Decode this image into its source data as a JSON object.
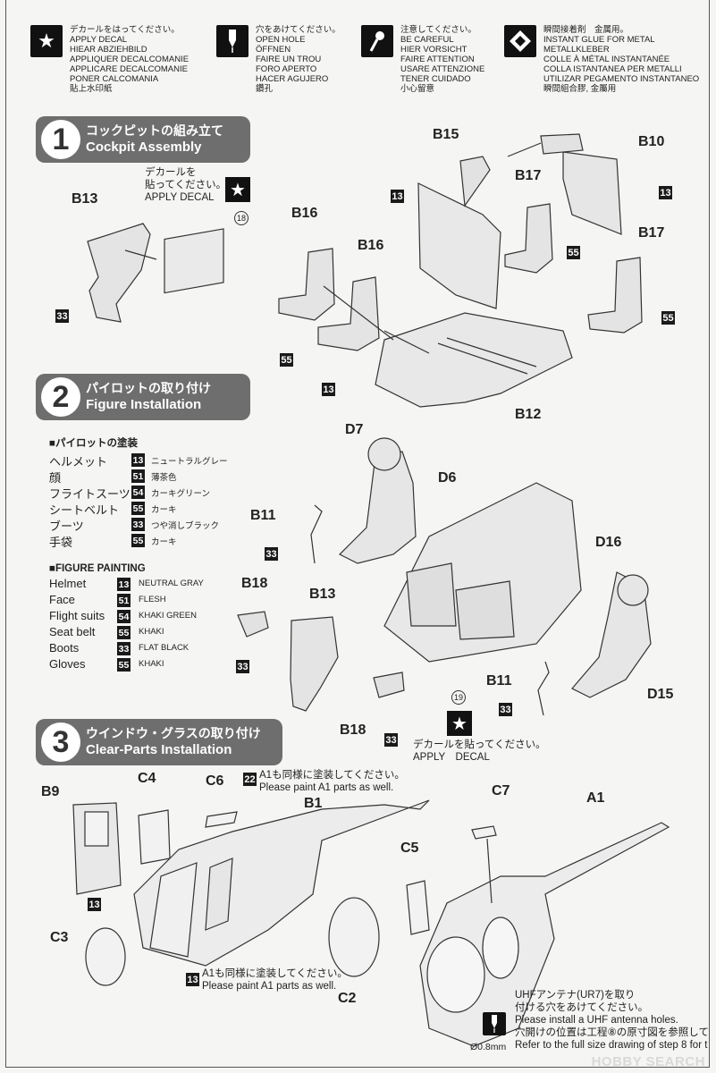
{
  "legend": [
    {
      "icon": "star",
      "lines": [
        "デカールをはってください。",
        "APPLY DECAL",
        "HIEAR ABZIEHBILD",
        "APPLIQUER DECALCOMANIE",
        "APPLICARE DECALCOMANIE",
        "PONER CALCOMANIA",
        "貼上水印紙"
      ]
    },
    {
      "icon": "drill",
      "lines": [
        "穴をあけてください。",
        "OPEN HOLE",
        "ÖFFNEN",
        "FAIRE UN TROU",
        "FORO APERTO",
        "HACER AGUJERO",
        "鑽孔"
      ]
    },
    {
      "icon": "caution",
      "lines": [
        "注意してください。",
        "BE CAREFUL",
        "HIER VORSICHT",
        "FAIRE ATTENTION",
        "USARE ATTENZIONE",
        "TENER CUIDADO",
        "小心留意"
      ]
    },
    {
      "icon": "glue",
      "lines": [
        "瞬間接着剤　金属用。",
        "INSTANT GLUE FOR METAL",
        "METALLKLEBER",
        "COLLE À MÉTAL INSTANTANÉE",
        "COLLA ISTANTANEA PER METALLI",
        "UTILIZAR PEGAMENTO INSTANTANEO",
        "瞬間組合膠, 金屬用"
      ]
    }
  ],
  "steps": [
    {
      "num": "1",
      "jp": "コックピットの組み立て",
      "en": "Cockpit Assembly"
    },
    {
      "num": "2",
      "jp": "パイロットの取り付け",
      "en": "Figure Installation"
    },
    {
      "num": "3",
      "jp": "ウインドウ・グラスの取り付け",
      "en": "Clear-Parts Installation"
    }
  ],
  "step1": {
    "decal_note": [
      "デカールを",
      "貼ってください。",
      "APPLY DECAL"
    ],
    "decal_num": "18",
    "parts": {
      "b13": "B13",
      "b15": "B15",
      "b10": "B10",
      "b17a": "B17",
      "b16a": "B16",
      "b16b": "B16",
      "b17b": "B17",
      "b12": "B12"
    },
    "codes": {
      "c1": "33",
      "c2": "13",
      "c3": "13",
      "c4": "55",
      "c5": "55",
      "c6": "55",
      "c7": "13"
    }
  },
  "step2": {
    "paint_jp_title": "■パイロットの塗装",
    "paint_jp": [
      {
        "label": "ヘルメット",
        "code": "13",
        "name": "ニュートラルグレー"
      },
      {
        "label": "顔",
        "code": "51",
        "name": "薄茶色"
      },
      {
        "label": "フライトスーツ",
        "code": "54",
        "name": "カーキグリーン"
      },
      {
        "label": "シートベルト",
        "code": "55",
        "name": "カーキ"
      },
      {
        "label": "ブーツ",
        "code": "33",
        "name": "つや消しブラック"
      },
      {
        "label": "手袋",
        "code": "55",
        "name": "カーキ"
      }
    ],
    "paint_en_title": "■FIGURE PAINTING",
    "paint_en": [
      {
        "label": "Helmet",
        "code": "13",
        "name": "NEUTRAL GRAY"
      },
      {
        "label": "Face",
        "code": "51",
        "name": "FLESH"
      },
      {
        "label": "Flight suits",
        "code": "54",
        "name": "KHAKI GREEN"
      },
      {
        "label": "Seat belt",
        "code": "55",
        "name": "KHAKI"
      },
      {
        "label": "Boots",
        "code": "33",
        "name": "FLAT BLACK"
      },
      {
        "label": "Gloves",
        "code": "55",
        "name": "KHAKI"
      }
    ],
    "parts": {
      "d7": "D7",
      "d6": "D6",
      "b11a": "B11",
      "d16": "D16",
      "b18a": "B18",
      "b13": "B13",
      "b11b": "B11",
      "d15": "D15",
      "b18b": "B18"
    },
    "codes": {
      "c1": "33",
      "c2": "33",
      "c3": "33",
      "c4": "33"
    },
    "decal_num": "19",
    "decal_note": [
      "デカールを貼ってください。",
      "APPLY　DECAL"
    ]
  },
  "step3": {
    "parts": {
      "b9": "B9",
      "c4": "C4",
      "c6": "C6",
      "b1": "B1",
      "c7": "C7",
      "a1": "A1",
      "c5": "C5",
      "c3": "C3",
      "c2": "C2"
    },
    "codes": {
      "c22": "22",
      "c13a": "13",
      "c13b": "13"
    },
    "note_top": [
      "A1も同様に塗装してください。",
      "Please paint A1 parts as well."
    ],
    "note_bottom": [
      "A1も同様に塗装してください。",
      "Please paint A1 parts as well."
    ],
    "antenna_note": [
      "UHFアンテナ(UR7)を取り",
      "付ける穴をあけてください。",
      "Please install a UHF antenna holes.",
      "穴開けの位置は工程⑧の原寸図を参照して",
      "Refer to the full size drawing of step 8 for t"
    ],
    "drill_size": "Ø0.8mm"
  },
  "watermark": "HOBBY SEARCH"
}
